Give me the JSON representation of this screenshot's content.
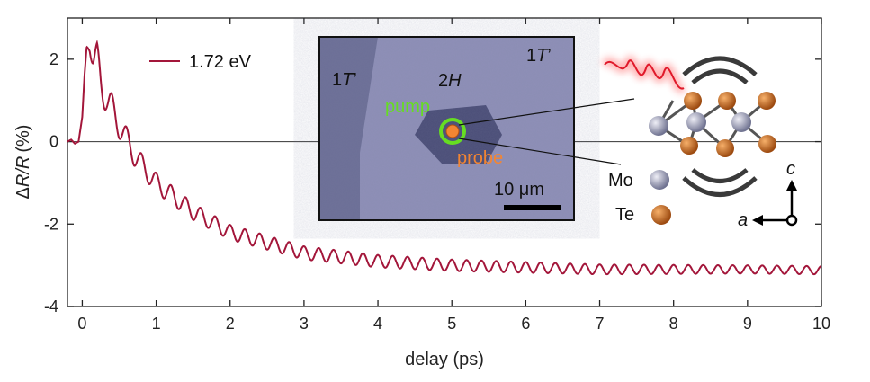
{
  "chart_data": {
    "type": "line",
    "xlabel": "delay (ps)",
    "ylabel_symbol": "Δ",
    "ylabel_var": "R/R",
    "ylabel_unit": "(%)",
    "xlim": [
      -0.2,
      10
    ],
    "ylim": [
      -4,
      3
    ],
    "xticks": [
      0,
      1,
      2,
      3,
      4,
      5,
      6,
      7,
      8,
      9,
      10
    ],
    "xtick_labels": [
      "0",
      "1",
      "2",
      "3",
      "4",
      "5",
      "6",
      "7",
      "8",
      "9",
      "10"
    ],
    "yticks": [
      2,
      0,
      -2,
      -4
    ],
    "ytick_labels": [
      "2",
      "0",
      "-2",
      "-4"
    ],
    "zero_line": true,
    "series": [
      {
        "name": "1.72 eV",
        "color": "#a3163a",
        "x": [
          -0.2,
          -0.15,
          -0.1,
          -0.05,
          0.0,
          0.03,
          0.06,
          0.1,
          0.15,
          0.2,
          0.25,
          0.3,
          0.35,
          0.4,
          0.5,
          0.6,
          0.7,
          0.8,
          1.0,
          1.5,
          2.0,
          3.0,
          4.0,
          5.0,
          6.0,
          7.0,
          8.0,
          9.0,
          10.0
        ],
        "envelope": [
          0.0,
          0.05,
          -0.05,
          0.0,
          0.6,
          1.6,
          2.3,
          2.3,
          1.9,
          1.95,
          1.5,
          1.2,
          0.95,
          0.8,
          0.4,
          0.05,
          -0.3,
          -0.55,
          -1.0,
          -1.7,
          -2.2,
          -2.7,
          -2.9,
          -3.0,
          -3.05,
          -3.1,
          -3.1,
          -3.1,
          -3.12
        ],
        "oscillation_period_ps": 0.2,
        "oscillation_amplitude": [
          0.0,
          0.0,
          0.0,
          0.0,
          0.0,
          0.0,
          0.0,
          0.1,
          0.3,
          0.45,
          0.45,
          0.4,
          0.38,
          0.36,
          0.32,
          0.3,
          0.28,
          0.26,
          0.24,
          0.2,
          0.18,
          0.16,
          0.15,
          0.14,
          0.13,
          0.12,
          0.11,
          0.1,
          0.1
        ]
      }
    ]
  },
  "legend": {
    "label": "1.72 eV"
  },
  "inset": {
    "phase_left": "1",
    "phase_left_it": "T",
    "phase_left_prime": "’",
    "phase_right": "1",
    "phase_right_it": "T",
    "phase_right_prime": "’",
    "phase_center": "2",
    "phase_center_it": "H",
    "pump": "pump",
    "probe": "probe",
    "scalebar": "10 μm",
    "pump_color": "#66dd22",
    "probe_color": "#f28533"
  },
  "crystal": {
    "mo_label": "Mo",
    "te_label": "Te",
    "axis_c": "c",
    "axis_a": "a",
    "mo_color": "#9a9bb3",
    "te_color": "#c9661a",
    "pulse_color": "#e0192a"
  }
}
